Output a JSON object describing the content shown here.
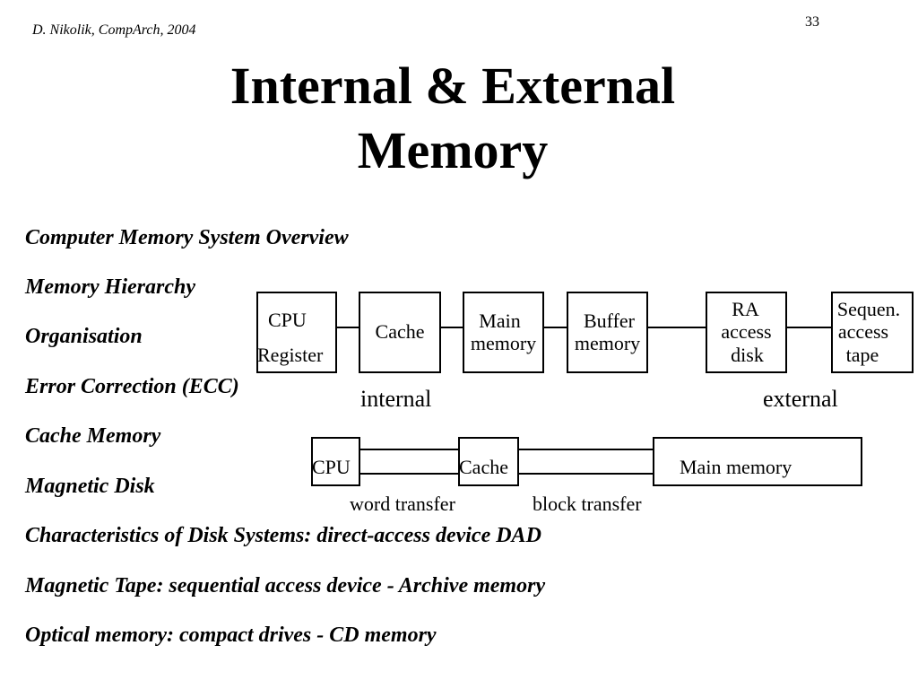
{
  "header": {
    "author": "D. Nikolik, CompArch, 2004",
    "page_number": "33"
  },
  "title": {
    "line1": "Internal & External",
    "line2": "Memory"
  },
  "topics": [
    "Computer Memory System Overview",
    "Memory Hierarchy",
    "Organisation",
    "Error Correction (ECC)",
    "Cache Memory",
    "Magnetic Disk",
    "Characteristics of Disk Systems: direct-access device DAD",
    "Magnetic Tape: sequential access device - Archive memory",
    "Optical memory: compact drives - CD memory"
  ],
  "hierarchy_diagram": {
    "boxes": [
      {
        "line1": "CPU",
        "line2": "Register"
      },
      {
        "line1": "Cache"
      },
      {
        "line1": "Main",
        "line2": "memory"
      },
      {
        "line1": "Buffer",
        "line2": "memory"
      },
      {
        "line1": "RA",
        "line2": "access",
        "line3": "disk"
      },
      {
        "line1": "Sequen.",
        "line2": "access",
        "line3": "tape"
      }
    ],
    "internal_label": "internal",
    "external_label": "external"
  },
  "transfer_diagram": {
    "cpu": "CPU",
    "cache": "Cache",
    "main_memory": "Main memory",
    "word_transfer": "word transfer",
    "block_transfer": "block transfer"
  }
}
